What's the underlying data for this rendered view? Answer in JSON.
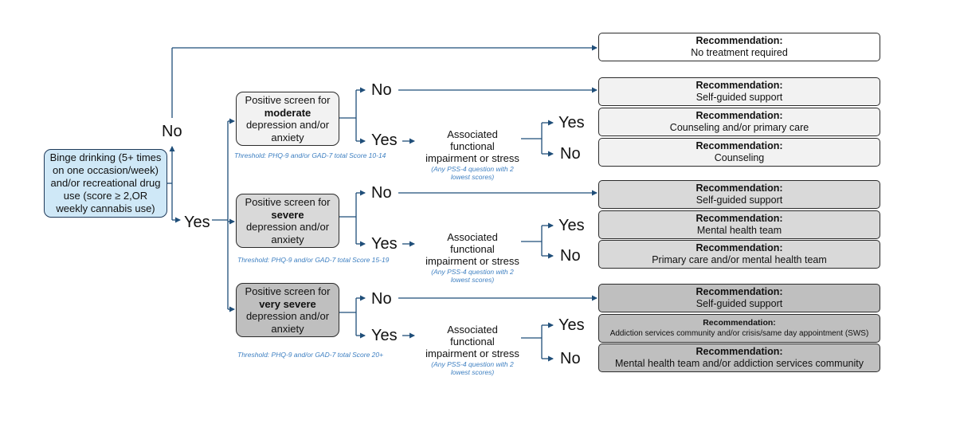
{
  "start": {
    "text": "Binge drinking (5+ times on one occasion/week) and/or recreational drug use (score ≥ 2,OR weekly cannabis use)",
    "fill": "#cfe8f7"
  },
  "branch_no": "No",
  "branch_yes": "Yes",
  "screens": [
    {
      "prefix": "Positive screen for",
      "severity": "moderate",
      "suffix": "depression and/or anxiety",
      "threshold": "Threshold:  PHQ-9 and/or GAD-7 total Score 10-14",
      "no": "No",
      "yes": "Yes",
      "fill": "#f2f2f2"
    },
    {
      "prefix": "Positive screen for",
      "severity": "severe",
      "suffix": "depression and/or anxiety",
      "threshold": "Threshold:  PHQ-9 and/or GAD-7 total Score 15-19",
      "no": "No",
      "yes": "Yes",
      "fill": "#d9d9d9"
    },
    {
      "prefix": "Positive screen for",
      "severity": "very severe",
      "suffix": "depression and/or anxiety",
      "threshold": "Threshold:  PHQ-9 and/or GAD-7 total Score 20+",
      "no": "No",
      "yes": "Yes",
      "fill": "#bfbfbf"
    }
  ],
  "associated": {
    "text": "Associated functional impairment or stress",
    "note": "(Any PSS-4 question with 2 lowest scores)",
    "yes": "Yes",
    "no": "No"
  },
  "recommendations": [
    {
      "title": "Recommendation:",
      "text": "No treatment required",
      "fill": "#ffffff"
    },
    {
      "title": "Recommendation:",
      "text": "Self-guided support",
      "fill": "#f2f2f2"
    },
    {
      "title": "Recommendation:",
      "text": "Counseling and/or primary care",
      "fill": "#f2f2f2"
    },
    {
      "title": "Recommendation:",
      "text": "Counseling",
      "fill": "#f2f2f2"
    },
    {
      "title": "Recommendation:",
      "text": "Self-guided support",
      "fill": "#d9d9d9"
    },
    {
      "title": "Recommendation:",
      "text": "Mental health team",
      "fill": "#d9d9d9"
    },
    {
      "title": "Recommendation:",
      "text": "Primary care and/or mental health team",
      "fill": "#d9d9d9"
    },
    {
      "title": "Recommendation:",
      "text": "Self-guided support",
      "fill": "#bfbfbf"
    },
    {
      "title": "Recommendation:",
      "text": "Addiction services community and/or crisis/same day appointment (SWS)",
      "fill": "#bfbfbf"
    },
    {
      "title": "Recommendation:",
      "text": "Mental health team and/or addiction services community",
      "fill": "#bfbfbf"
    }
  ],
  "colors": {
    "connector": "#1f4e79",
    "threshold_text": "#3d7fc1"
  }
}
